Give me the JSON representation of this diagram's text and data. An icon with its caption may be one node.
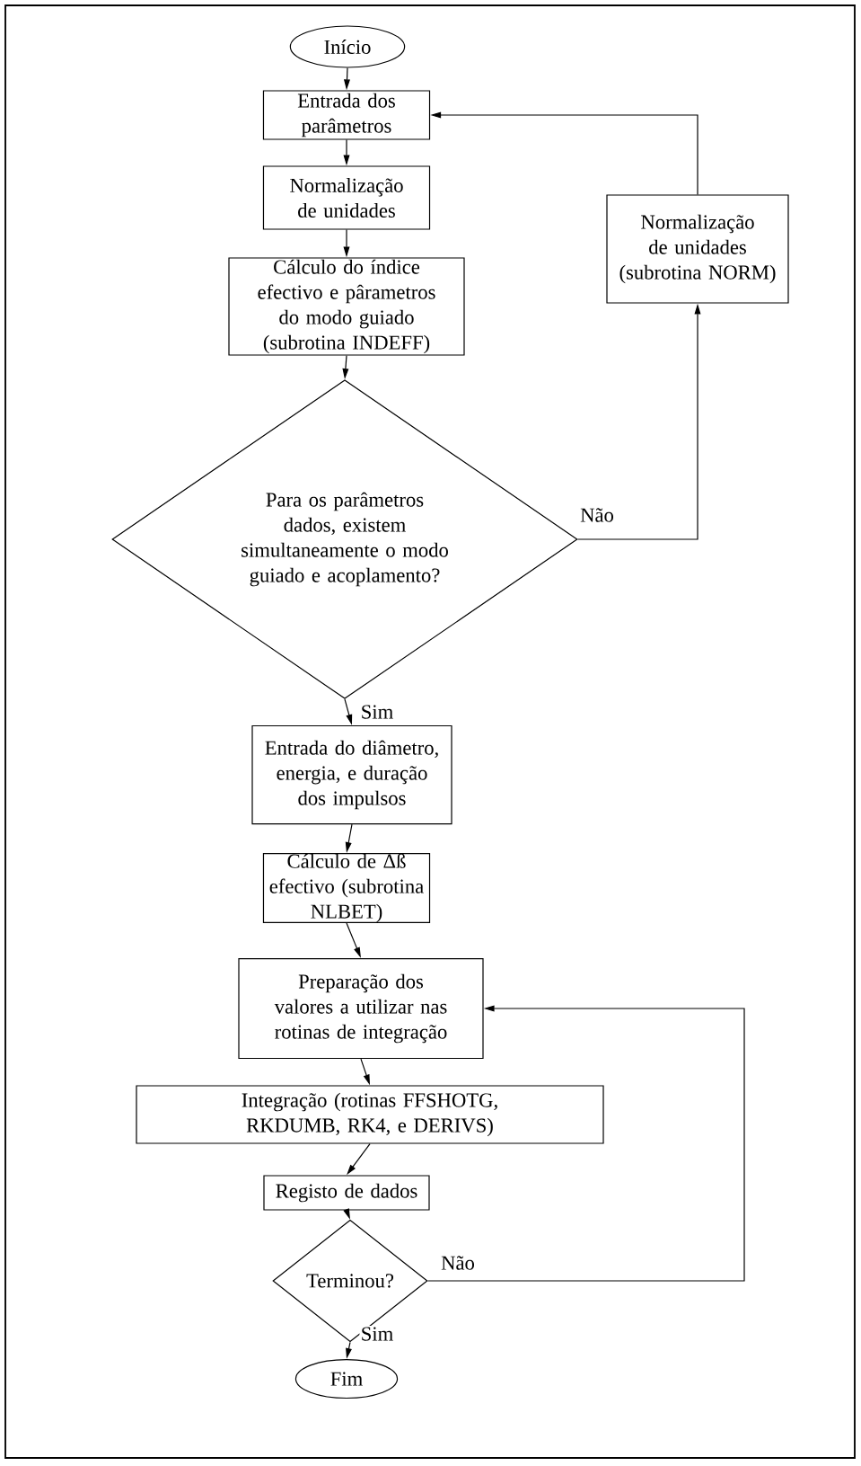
{
  "diagram": {
    "nodes": [
      {
        "text": [
          "Início"
        ]
      },
      {
        "text": [
          "Entrada dos parâmetros"
        ]
      },
      {
        "text": [
          "Normalização de unidades"
        ]
      },
      {
        "text": [
          "Cálculo do índice efectivo e pârametros do modo guiado (subrotina INDEFF)"
        ]
      },
      {
        "text": [
          "Para os parâmetros dados, existem simultaneamente o modo guiado e acoplamento?"
        ]
      },
      {
        "text": [
          "Normalização de unidades (subrotina NORM)"
        ]
      },
      {
        "text": [
          "Entrada do diâmetro, energia, e duração dos impulsos"
        ]
      },
      {
        "text": [
          "Cálculo de Δß efectivo (subrotina NLBET)"
        ]
      },
      {
        "text": [
          "Preparação dos valores a utilizar nas rotinas de integração"
        ]
      },
      {
        "text": [
          "Integração (rotinas FFSHOTG, RKDUMB, RK4, e DERIVS)"
        ]
      },
      {
        "text": [
          "Registo de dados"
        ]
      },
      {
        "text": [
          "Terminou?"
        ]
      },
      {
        "text": [
          "Fim"
        ]
      }
    ],
    "edges": [
      {
        "from": 0,
        "to": 1,
        "arrow": "to"
      },
      {
        "from": 1,
        "to": 2,
        "arrow": "to"
      },
      {
        "from": 2,
        "to": 3,
        "arrow": "to"
      },
      {
        "from": 3,
        "to": 4,
        "arrow": "to"
      },
      {
        "from": 4,
        "to": 5,
        "arrow": "to",
        "label": "Não"
      },
      {
        "from": 5,
        "to": 1,
        "arrow": "to"
      },
      {
        "from": 4,
        "to": 6,
        "arrow": "to",
        "label": "Sim"
      },
      {
        "from": 6,
        "to": 7,
        "arrow": "to"
      },
      {
        "from": 7,
        "to": 8,
        "arrow": "to"
      },
      {
        "from": 8,
        "to": 9,
        "arrow": "to"
      },
      {
        "from": 9,
        "to": 10,
        "arrow": "to"
      },
      {
        "from": 10,
        "to": 11,
        "arrow": "to"
      },
      {
        "from": 11,
        "to": 8,
        "arrow": "to",
        "label": "Não"
      },
      {
        "from": 11,
        "to": 12,
        "arrow": "to",
        "label": "Sim"
      }
    ]
  }
}
